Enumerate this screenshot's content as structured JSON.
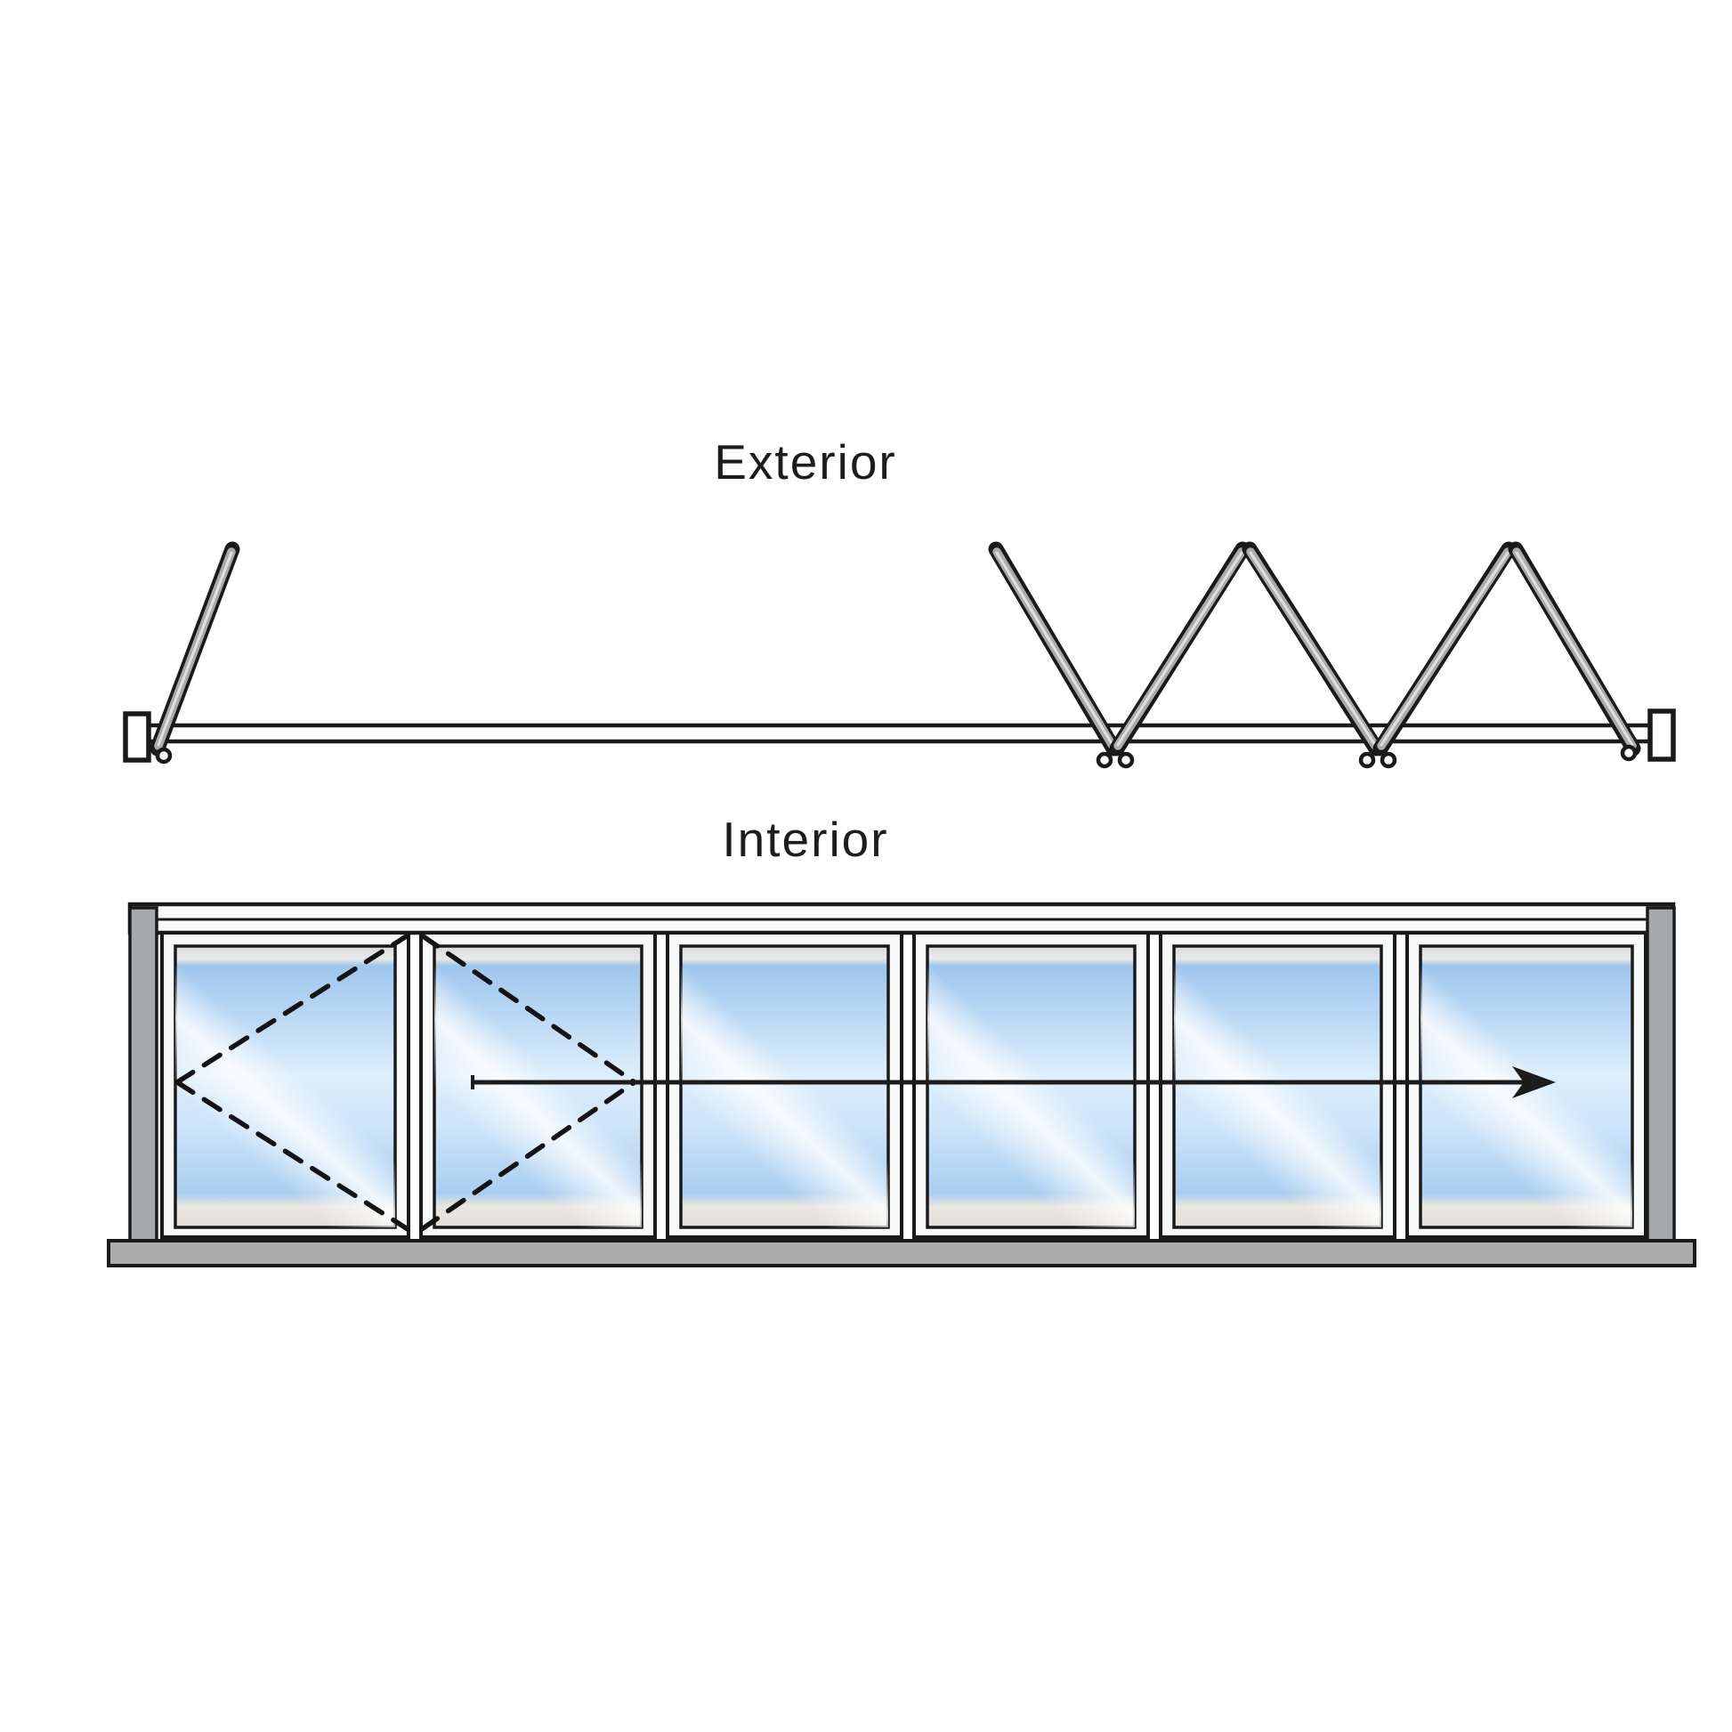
{
  "title": "Bi-fold door configuration diagram",
  "labels": {
    "exterior": "Exterior",
    "interior": "Interior"
  },
  "colors": {
    "outline": "#1a1a1a",
    "jamb_metal_gray": "#a6a9ac",
    "sill_gray": "#a9abad",
    "plan_panel_gray": "#ababab",
    "plan_panel_highlight": "#e0e0e0",
    "frame_white": "#f7f8f8",
    "glass_blue_deep": "#9fc6ed",
    "glass_blue_light": "#ddeefb",
    "background": "#ffffff"
  },
  "diagram": {
    "views": [
      {
        "name": "exterior-plan",
        "panel_count": 6,
        "layout": "one panel swung open at left jamb, five panels folded zigzag along track to right jamb"
      },
      {
        "name": "interior-elevation",
        "panel_count": 6,
        "swing_indicator_panels": [
          1,
          2
        ],
        "slide_direction": "right"
      }
    ]
  }
}
